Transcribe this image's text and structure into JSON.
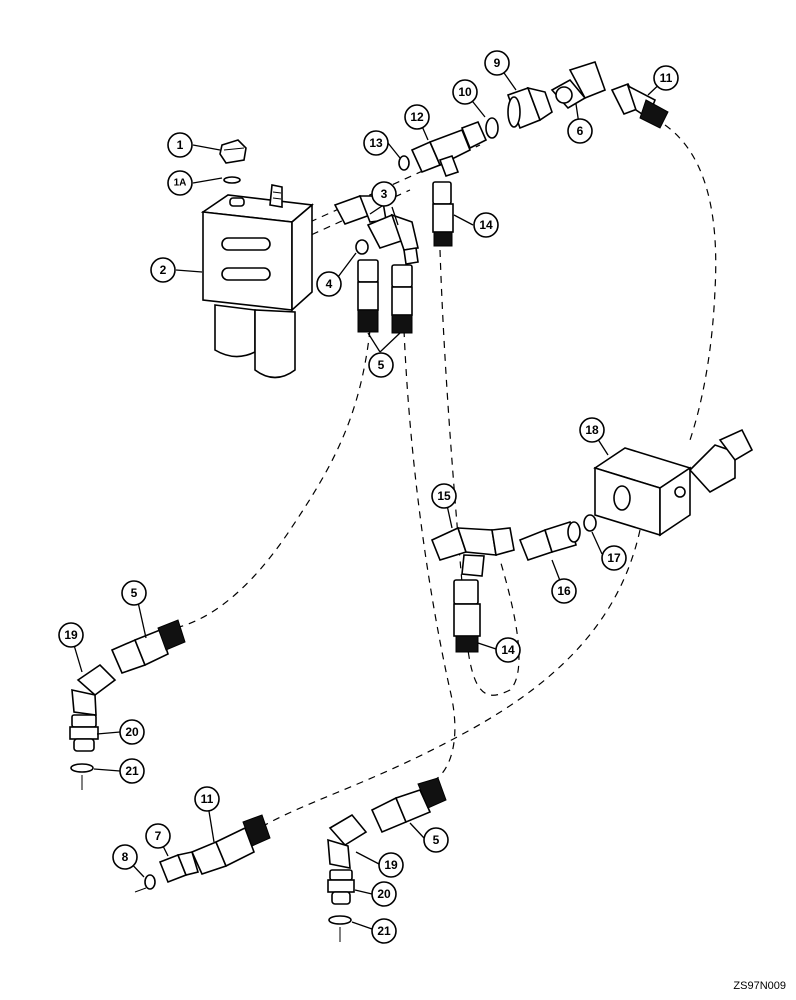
{
  "reference_code": "ZS97N009",
  "callouts": [
    {
      "id": "c1",
      "label": "1"
    },
    {
      "id": "c1a",
      "label": "1A"
    },
    {
      "id": "c2",
      "label": "2"
    },
    {
      "id": "c3",
      "label": "3"
    },
    {
      "id": "c4",
      "label": "4"
    },
    {
      "id": "c5a",
      "label": "5"
    },
    {
      "id": "c5b",
      "label": "5"
    },
    {
      "id": "c5c",
      "label": "5"
    },
    {
      "id": "c6",
      "label": "6"
    },
    {
      "id": "c7",
      "label": "7"
    },
    {
      "id": "c8",
      "label": "8"
    },
    {
      "id": "c9",
      "label": "9"
    },
    {
      "id": "c10",
      "label": "10"
    },
    {
      "id": "c11a",
      "label": "11"
    },
    {
      "id": "c11b",
      "label": "11"
    },
    {
      "id": "c12",
      "label": "12"
    },
    {
      "id": "c13",
      "label": "13"
    },
    {
      "id": "c14a",
      "label": "14"
    },
    {
      "id": "c14b",
      "label": "14"
    },
    {
      "id": "c15",
      "label": "15"
    },
    {
      "id": "c16",
      "label": "16"
    },
    {
      "id": "c17",
      "label": "17"
    },
    {
      "id": "c18",
      "label": "18"
    },
    {
      "id": "c19a",
      "label": "19"
    },
    {
      "id": "c19b",
      "label": "19"
    },
    {
      "id": "c20a",
      "label": "20"
    },
    {
      "id": "c20b",
      "label": "20"
    },
    {
      "id": "c21a",
      "label": "21"
    },
    {
      "id": "c21b",
      "label": "21"
    }
  ]
}
